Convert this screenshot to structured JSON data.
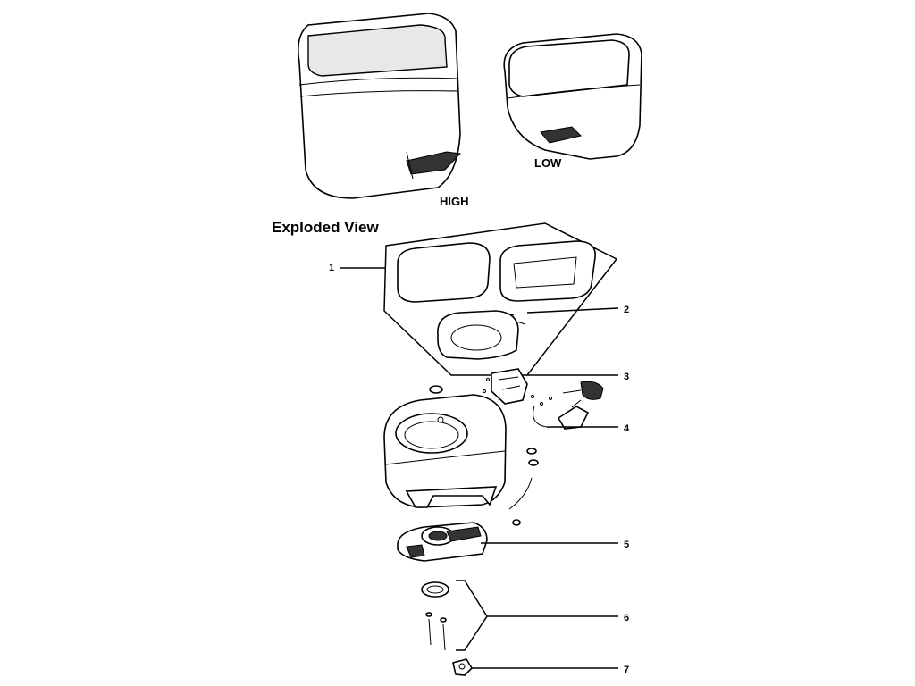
{
  "diagram": {
    "title": "Exploded View",
    "variants": {
      "high": "HIGH",
      "low": "LOW"
    },
    "callouts": [
      "1",
      "2",
      "3",
      "4",
      "5",
      "6",
      "7"
    ]
  }
}
